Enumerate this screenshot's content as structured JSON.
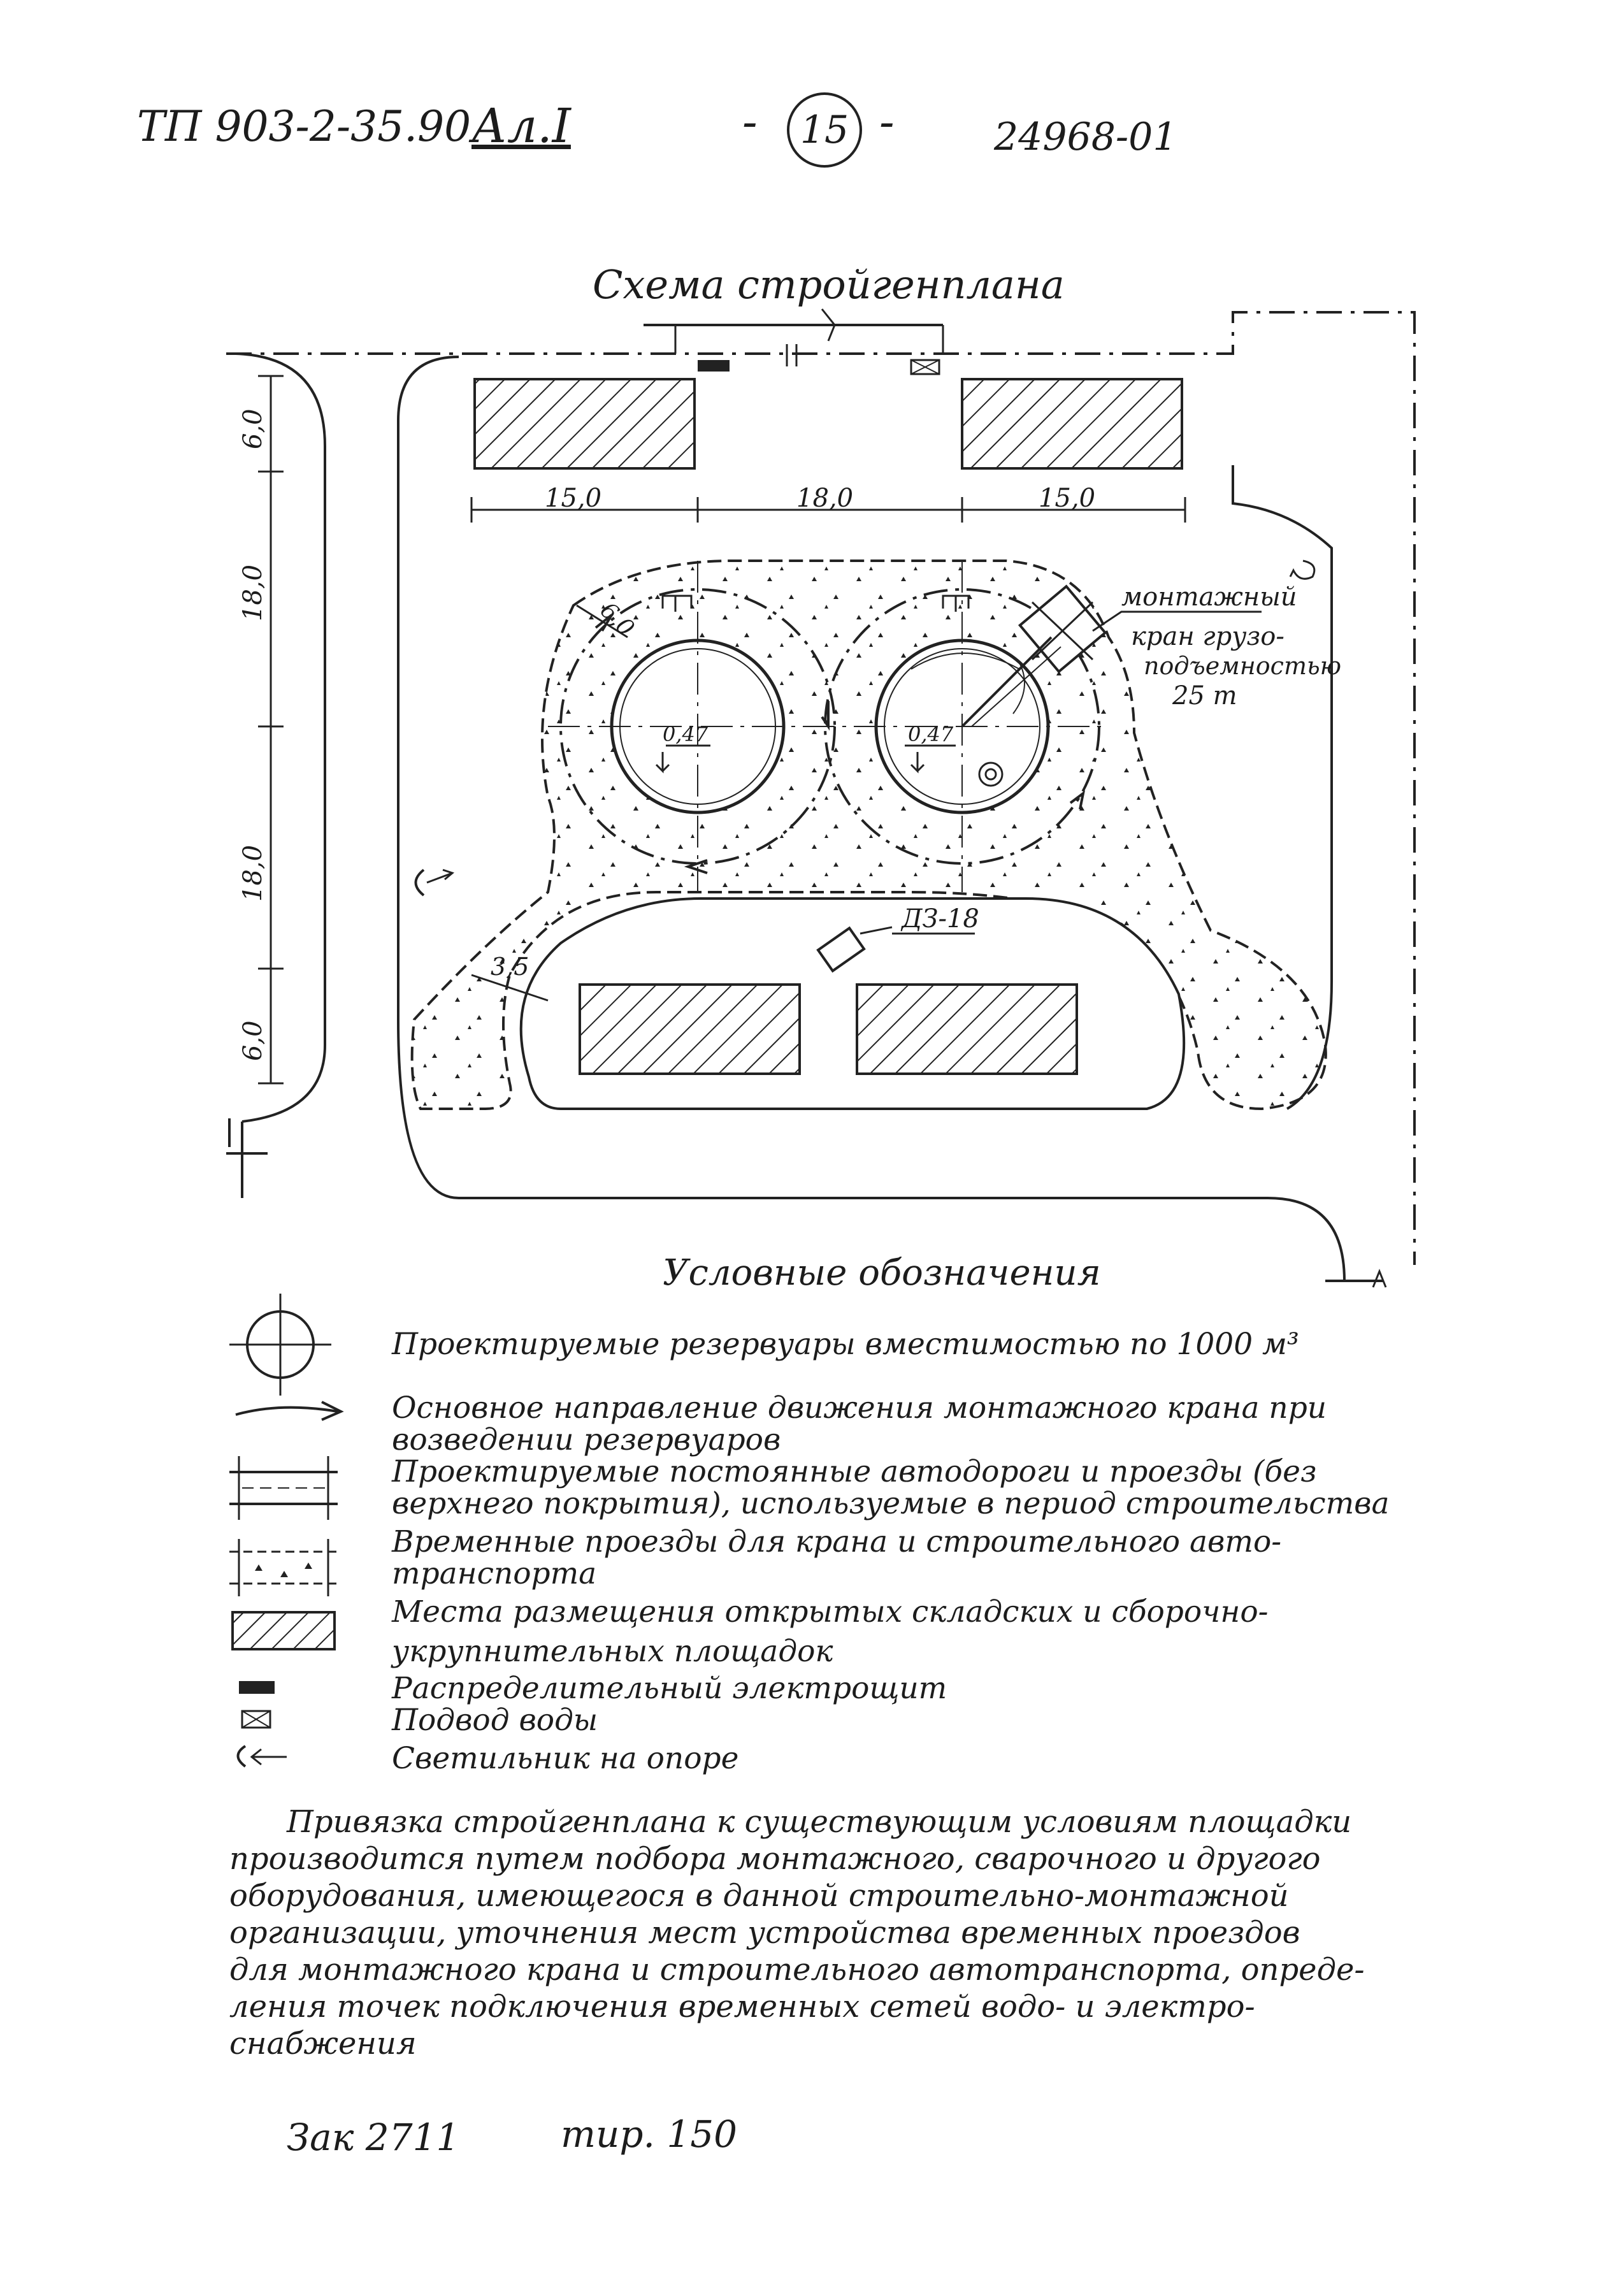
{
  "header": {
    "code": "ТП 903-2-35.90",
    "sheet": "Ал.I",
    "page_dash_left": "-",
    "page_number": "15",
    "page_dash_right": "-",
    "doc_number": "24968-01"
  },
  "scheme": {
    "title": "Схема стройгенплана",
    "dimensions": {
      "top_left": "15,0",
      "top_middle": "18,0",
      "top_right": "15,0",
      "left_1": "6,0",
      "left_2": "18,0",
      "left_3": "18,0",
      "left_4": "6,0",
      "crane_radius": "6,0",
      "road_width": "3,5"
    },
    "marks": {
      "tank_1_level": "0,47",
      "tank_2_level": "0,47",
      "crawler_label": "ДЗ-18"
    },
    "crane_label": [
      "монтажный",
      "кран грузо-",
      "подъемностью",
      "25 т"
    ]
  },
  "legend": {
    "title": "Условные обозначения",
    "items": [
      {
        "icon": "tank-icon",
        "lines": [
          "Проектируемые резервуары вместимостью по 1000 м³"
        ]
      },
      {
        "icon": "arrow-icon",
        "lines": [
          "Основное направление движения монтажного крана при",
          "возведении резервуаров"
        ]
      },
      {
        "icon": "permanent-road-icon",
        "lines": [
          "Проектируемые постоянные автодороги и проезды (без",
          "верхнего покрытия), используемые в период строительства"
        ]
      },
      {
        "icon": "temporary-road-icon",
        "lines": [
          "Временные проезды для крана и строительного авто-",
          "транспорта"
        ]
      },
      {
        "icon": "hatched-area-icon",
        "lines": [
          "Места размещения открытых складских и сборочно-",
          "укрупнительных площадок"
        ]
      },
      {
        "icon": "switchboard-icon",
        "lines": [
          "Распределительный электрощит"
        ]
      },
      {
        "icon": "water-supply-icon",
        "lines": [
          "Подвод воды"
        ]
      },
      {
        "icon": "lamp-icon",
        "lines": [
          "Светильник на опоре"
        ]
      }
    ]
  },
  "note": {
    "lines": [
      "Привязка стройгенплана к существующим условиям площадки",
      "производится путем подбора монтажного, сварочного и другого",
      "оборудования, имеющегося в данной строительно-монтажной",
      "организации, уточнения мест устройства временных проездов",
      "для монтажного крана и строительного автотранспорта, опреде-",
      "ления точек подключения временных сетей водо- и электро-",
      "снабжения"
    ]
  },
  "footer": {
    "order": "Зак 2711",
    "circulation": "тир. 150"
  }
}
